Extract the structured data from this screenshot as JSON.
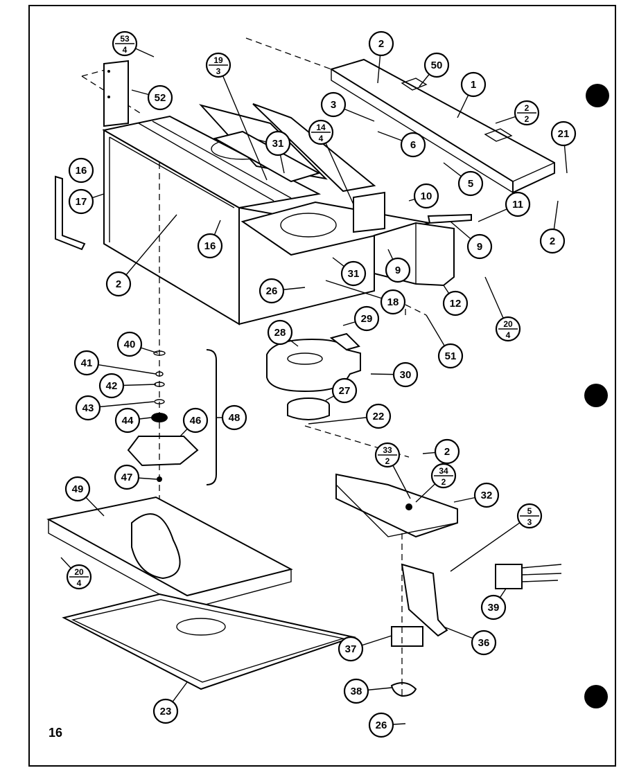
{
  "page_number": "16",
  "callouts": [
    {
      "id": "c1",
      "label": "1"
    },
    {
      "id": "c2a",
      "label": "2"
    },
    {
      "id": "c2b",
      "label": "2"
    },
    {
      "id": "c2c",
      "label": "2"
    },
    {
      "id": "c2d",
      "label": "2"
    },
    {
      "id": "c3",
      "label": "3"
    },
    {
      "id": "c5",
      "label": "5"
    },
    {
      "id": "c6",
      "label": "6"
    },
    {
      "id": "c9a",
      "label": "9"
    },
    {
      "id": "c9b",
      "label": "9"
    },
    {
      "id": "c10",
      "label": "10"
    },
    {
      "id": "c11",
      "label": "11"
    },
    {
      "id": "c12",
      "label": "12"
    },
    {
      "id": "c16a",
      "label": "16"
    },
    {
      "id": "c16b",
      "label": "16"
    },
    {
      "id": "c17",
      "label": "17"
    },
    {
      "id": "c18",
      "label": "18"
    },
    {
      "id": "c21",
      "label": "21"
    },
    {
      "id": "c22",
      "label": "22"
    },
    {
      "id": "c23",
      "label": "23"
    },
    {
      "id": "c26a",
      "label": "26"
    },
    {
      "id": "c26b",
      "label": "26"
    },
    {
      "id": "c27",
      "label": "27"
    },
    {
      "id": "c28",
      "label": "28"
    },
    {
      "id": "c29",
      "label": "29"
    },
    {
      "id": "c30",
      "label": "30"
    },
    {
      "id": "c31a",
      "label": "31"
    },
    {
      "id": "c31b",
      "label": "31"
    },
    {
      "id": "c32",
      "label": "32"
    },
    {
      "id": "c36",
      "label": "36"
    },
    {
      "id": "c37",
      "label": "37"
    },
    {
      "id": "c38",
      "label": "38"
    },
    {
      "id": "c39",
      "label": "39"
    },
    {
      "id": "c40",
      "label": "40"
    },
    {
      "id": "c41",
      "label": "41"
    },
    {
      "id": "c42",
      "label": "42"
    },
    {
      "id": "c43",
      "label": "43"
    },
    {
      "id": "c44",
      "label": "44"
    },
    {
      "id": "c46",
      "label": "46"
    },
    {
      "id": "c47",
      "label": "47"
    },
    {
      "id": "c48",
      "label": "48"
    },
    {
      "id": "c49",
      "label": "49"
    },
    {
      "id": "c50",
      "label": "50"
    },
    {
      "id": "c51",
      "label": "51"
    },
    {
      "id": "c52",
      "label": "52"
    }
  ],
  "fraction_callouts": [
    {
      "id": "f53",
      "top": "53",
      "bottom": "4"
    },
    {
      "id": "f19",
      "top": "19",
      "bottom": "3"
    },
    {
      "id": "f14",
      "top": "14",
      "bottom": "4"
    },
    {
      "id": "f2_2",
      "top": "2",
      "bottom": "2"
    },
    {
      "id": "f20a",
      "top": "20",
      "bottom": "4"
    },
    {
      "id": "f20b",
      "top": "20",
      "bottom": "4"
    },
    {
      "id": "f33",
      "top": "33",
      "bottom": "2"
    },
    {
      "id": "f34",
      "top": "34",
      "bottom": "2"
    },
    {
      "id": "f5_3",
      "top": "5",
      "bottom": "3"
    }
  ]
}
